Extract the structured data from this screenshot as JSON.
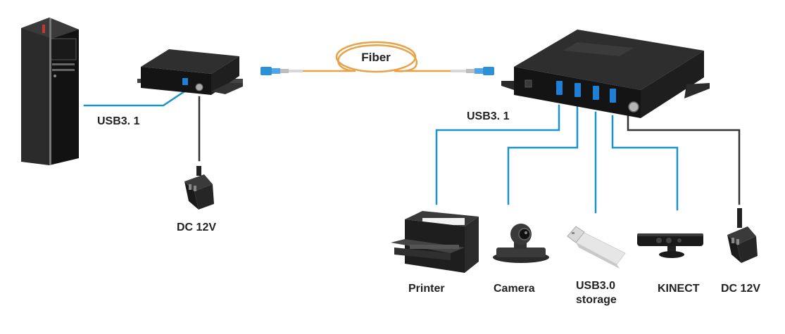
{
  "labels": {
    "fiber": "Fiber",
    "usb_left": "USB3. 1",
    "usb_right": "USB3. 1",
    "dc_left": "DC 12V",
    "dc_right": "DC 12V",
    "printer": "Printer",
    "camera": "Camera",
    "storage_line1": "USB3.0",
    "storage_line2": "storage",
    "kinect": "KINECT"
  },
  "colors": {
    "usb_cable": "#1a93cc",
    "power_cable": "#333333",
    "fiber_cable": "#e8a24a",
    "fiber_connector": "#2d8fd5",
    "device_body": "#1c1c1c",
    "usb_port": "#1f7fd6"
  },
  "icons": {
    "pc": "desktop-tower-icon",
    "transmitter": "extender-transmitter-icon",
    "receiver": "extender-receiver-icon",
    "adapter": "power-adapter-icon",
    "printer": "printer-icon",
    "camera": "conference-camera-icon",
    "storage": "usb-flash-drive-icon",
    "kinect": "kinect-sensor-icon"
  }
}
